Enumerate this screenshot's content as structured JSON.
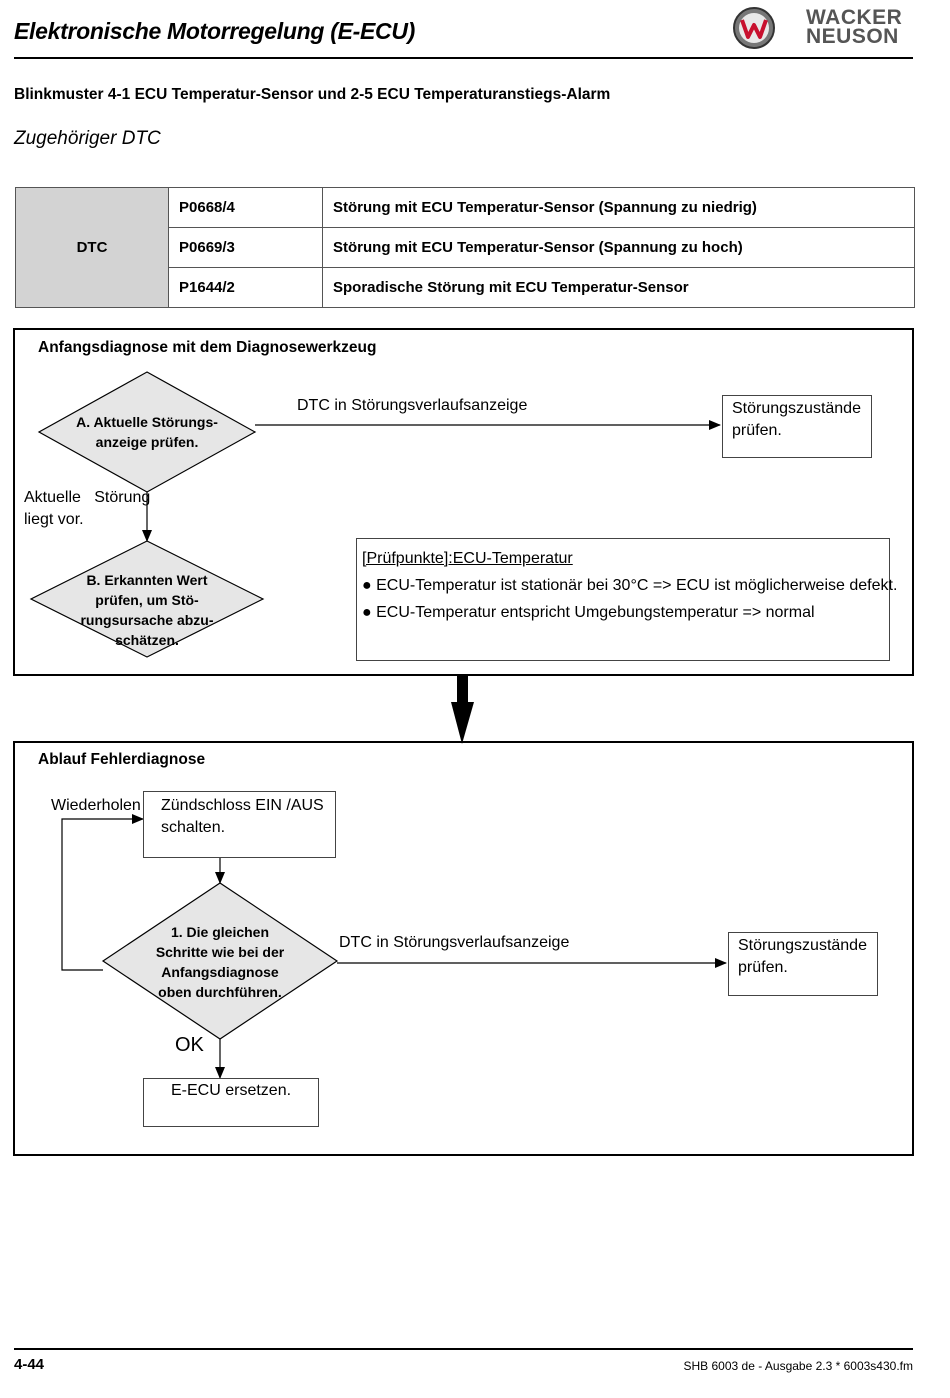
{
  "header": {
    "title": "Elektronische Motorregelung (E-ECU)",
    "brand_line1": "WACKER",
    "brand_line2": "NEUSON",
    "logo_icon": "wacker-neuson-w-logo-icon"
  },
  "subheading": "Blinkmuster 4-1 ECU Temperatur-Sensor und 2-5 ECU Temperaturanstiegs-Alarm",
  "section_title": "Zugehöriger DTC",
  "dtc_table": {
    "label": "DTC",
    "rows": [
      {
        "code": "P0668/4",
        "description": "Störung mit ECU Temperatur-Sensor (Spannung zu niedrig)"
      },
      {
        "code": "P0669/3",
        "description": "Störung mit ECU Temperatur-Sensor (Spannung zu hoch)"
      },
      {
        "code": "P1644/2",
        "description": "Sporadische Störung mit ECU Temperatur-Sensor"
      }
    ]
  },
  "initial_diagnosis": {
    "title": "Anfangsdiagnose mit dem Diagnosewerkzeug",
    "decision_a": {
      "line1": "A. Aktuelle Störungs-",
      "line2": "anzeige prüfen."
    },
    "arrow_label": "DTC in Störungsverlaufsanzeige",
    "result_box": {
      "line1": "Störungszustände",
      "line2": "prüfen."
    },
    "current_fault": {
      "line1": "Aktuelle   Störung",
      "line2": "liegt vor."
    },
    "decision_b": {
      "line1": "B. Erkannten Wert",
      "line2": "prüfen, um Stö-",
      "line3": "rungsursache abzu-",
      "line4": "schätzen."
    },
    "checkpoints": {
      "heading": "[Prüfpunkte]:ECU-Temperatur",
      "items": [
        "ECU-Temperatur ist stationär bei 30°C => ECU ist möglicherweise defekt.",
        "ECU-Temperatur entspricht Umgebungstemperatur => normal"
      ]
    }
  },
  "fault_procedure": {
    "title": "Ablauf Fehlerdiagnose",
    "repeat_label": "Wiederholen",
    "ignition_box": {
      "line1": "Zündschloss EIN /AUS",
      "line2": "schalten."
    },
    "decision_1": {
      "line1": "1. Die gleichen",
      "line2": "Schritte wie bei der",
      "line3": "Anfangsdiagnose",
      "line4": "oben durchführen."
    },
    "arrow_label": "DTC in Störungsverlaufsanzeige",
    "result_box": {
      "line1": "Störungszustände",
      "line2": "prüfen."
    },
    "ok_label": "OK",
    "replace_box": "E-ECU ersetzen."
  },
  "footer": {
    "page_number": "4-44",
    "doc_ref": "SHB 6003 de - Ausgabe 2.3 * 6003s430.fm"
  }
}
